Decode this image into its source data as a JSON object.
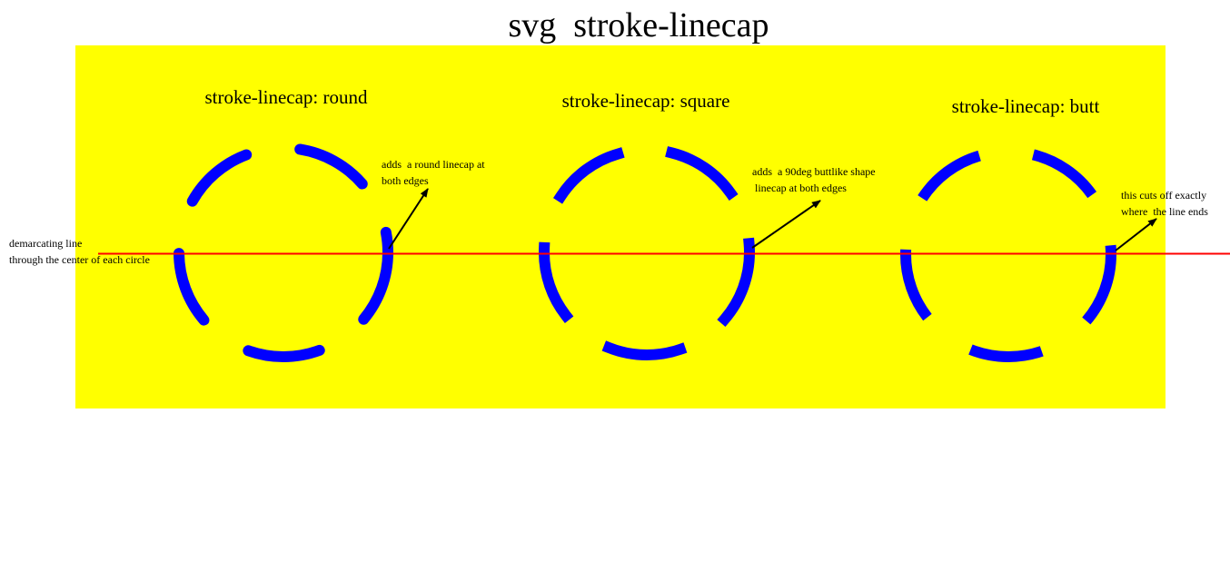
{
  "title": "svg  stroke-linecap",
  "colors": {
    "panel_background": "#ffff00",
    "circle_stroke": "#0000ff",
    "demarcating_line": "#ff0000",
    "annotation": "#000000"
  },
  "demarcating_label": {
    "line1": "demarcating line",
    "line2": "through the center of each circle"
  },
  "examples": [
    {
      "heading": "stroke-linecap: round",
      "linecap": "round",
      "note_line1": "adds  a round linecap at",
      "note_line2": "both edges"
    },
    {
      "heading": "stroke-linecap: square",
      "linecap": "square",
      "note_line1": "adds  a 90deg buttlike shape",
      "note_line2": " linecap at both edges"
    },
    {
      "heading": "stroke-linecap: butt",
      "linecap": "butt",
      "note_line1": "this cuts off exactly",
      "note_line2": "where  the line ends"
    }
  ]
}
